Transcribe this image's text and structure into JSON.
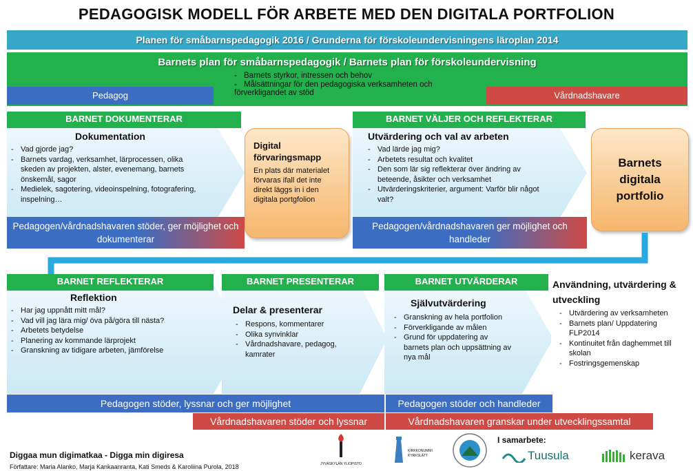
{
  "title": "PEDAGOGISK MODELL FÖR ARBETE MED DEN DIGITALA PORTFOLION",
  "band_teal": "Planen för småbarnspedagogik 2016 / Grunderna för förskoleundervisningens läroplan 2014",
  "band_green": {
    "title": "Barnets plan för småbarnspedagogik / Barnets plan för förskoleundervisning",
    "items": [
      "Barnets styrkor, intressen och behov",
      "Målsättningar för den pedagogiska verksamheten och förverkligandet av stöd"
    ]
  },
  "pedagog_label": "Pedagog",
  "vardnad_label": "Vårdnadshavare",
  "box1": {
    "tab": "BARNET DOKUMENTERAR",
    "heading": "Dokumentation",
    "items": [
      "Vad gjorde jag?",
      "Barnets vardag, verksamhet, lärprocessen, olika skeden av projekten, alster, evenemang, barnets önskemål, sagor",
      "Medielek, sagotering, videoinspelning, fotografering, inspelning…"
    ],
    "footer": "Pedagogen/vårdnadshavaren stöder, ger möjlighet och dokumenterar"
  },
  "digital_box": {
    "title": "Digital förvaringsmapp",
    "text": "En plats där materialet förvaras ifall det inte direkt läggs in i den digitala portgfolion"
  },
  "box2": {
    "tab": "BARNET VÄLJER OCH REFLEKTERAR",
    "heading": "Utvärdering och val av arbeten",
    "items": [
      "Vad lärde jag mig?",
      "Arbetets resultat och kvalitet",
      "Den som lär sig reflekterar över ändring av beteende, åsikter och verksamhet",
      "Utvärderingskriterier, argument: Varför blir något valt?"
    ],
    "footer": "Pedagogen/vårdnadshavaren ger möjlighet och handleder"
  },
  "portfolio_box": "Barnets digitala portfolio",
  "box3": {
    "tab": "BARNET REFLEKTERAR",
    "heading": "Reflektion",
    "items": [
      "Har jag uppnått mitt mål?",
      "Vad vill jag lära mig/ öva på/göra till nästa?",
      "Arbetets betydelse",
      "Planering av kommande lärprojekt",
      "Granskning av tidigare arbeten, jämförelse"
    ]
  },
  "box4": {
    "tab": "BARNET PRESENTERAR",
    "heading": "Delar & presenterar",
    "items": [
      "Respons, kommentarer",
      "Olika synvinklar",
      "Vårdnadshavare, pedagog, kamrater"
    ]
  },
  "box5": {
    "tab": "BARNET UTVÄRDERAR",
    "heading": "Självutvärdering",
    "items": [
      "Granskning av hela portfolion",
      "Förverkligande av målen",
      "Grund för uppdatering av barnets plan och uppsättning av nya mål"
    ]
  },
  "box6": {
    "heading": "Användning, utvärdering & utveckling",
    "items": [
      "Utvärdering av verksamheten",
      "Barnets plan/ Uppdatering FLP2014",
      "Kontinuitet från daghemmet till skolan",
      "Fostringsgemenskap"
    ]
  },
  "bottom_blue_left": "Pedagogen stöder, lyssnar och ger möjlighet",
  "bottom_blue_right": "Pedagogen stöder och handleder",
  "bottom_red_left": "Vårdnadshavaren stöder och lyssnar",
  "bottom_red_right": "Vårdnadshavaren granskar under utvecklingssamtal",
  "footer": {
    "title": "Diggaa mun digimatkaa - Digga min digiresa",
    "authors": "Författare: Maria Alanko, Marja Kankaanranta, Kati Smeds & Karoliina Purola, 2018",
    "samarbete": "I samarbete:",
    "logo_jyu": "JYVÄSKYLÄN YLIOPISTO",
    "logo_kirkko": "KIRKKONUMMI KYRKSLÄTT",
    "logo_tuusula": "Tuusula",
    "logo_kerava": "kerava"
  },
  "colors": {
    "teal": "#36a7c7",
    "green": "#22b14c",
    "blue": "#3b6ec3",
    "red": "#cf4a45",
    "orange": "#f6b66c",
    "arrow": "#29a9e0"
  }
}
